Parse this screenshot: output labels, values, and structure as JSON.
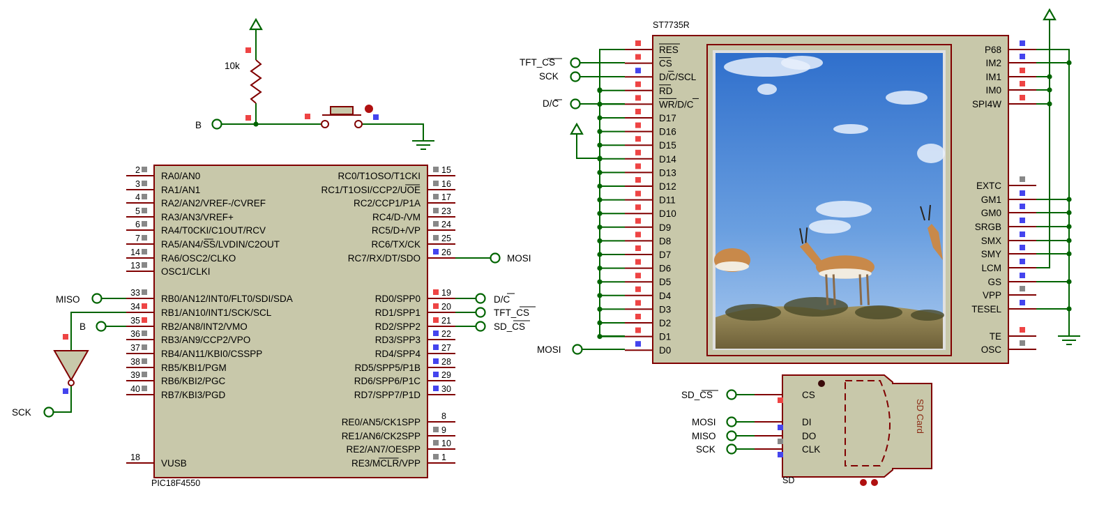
{
  "power_circuit": {
    "resistor_label": "10k",
    "button_terminal": "B"
  },
  "mcu": {
    "name": "PIC18F4550",
    "left_pins": [
      {
        "num": "2",
        "name": "RA0/AN0"
      },
      {
        "num": "3",
        "name": "RA1/AN1"
      },
      {
        "num": "4",
        "name": "RA2/AN2/VREF-/CVREF"
      },
      {
        "num": "5",
        "name": "RA3/AN3/VREF+"
      },
      {
        "num": "6",
        "name": "RA4/T0CKI/C1OUT/RCV"
      },
      {
        "num": "7",
        "name": "RA5/AN4/SS/LVDIN/C2OUT"
      },
      {
        "num": "14",
        "name": "RA6/OSC2/CLKO"
      },
      {
        "num": "13",
        "name": "OSC1/CLKI"
      },
      {
        "num": "33",
        "name": "RB0/AN12/INT0/FLT0/SDI/SDA"
      },
      {
        "num": "34",
        "name": "RB1/AN10/INT1/SCK/SCL"
      },
      {
        "num": "35",
        "name": "RB2/AN8/INT2/VMO"
      },
      {
        "num": "36",
        "name": "RB3/AN9/CCP2/VPO"
      },
      {
        "num": "37",
        "name": "RB4/AN11/KBI0/CSSPP"
      },
      {
        "num": "38",
        "name": "RB5/KBI1/PGM"
      },
      {
        "num": "39",
        "name": "RB6/KBI2/PGC"
      },
      {
        "num": "40",
        "name": "RB7/KBI3/PGD"
      },
      {
        "num": "18",
        "name": "VUSB"
      }
    ],
    "right_pins": [
      {
        "num": "15",
        "name": "RC0/T1OSO/T1CKI"
      },
      {
        "num": "16",
        "name": "RC1/T1OSI/CCP2/UOE"
      },
      {
        "num": "17",
        "name": "RC2/CCP1/P1A"
      },
      {
        "num": "23",
        "name": "RC4/D-/VM"
      },
      {
        "num": "24",
        "name": "RC5/D+/VP"
      },
      {
        "num": "25",
        "name": "RC6/TX/CK"
      },
      {
        "num": "26",
        "name": "RC7/RX/DT/SDO"
      },
      {
        "num": "19",
        "name": "RD0/SPP0"
      },
      {
        "num": "20",
        "name": "RD1/SPP1"
      },
      {
        "num": "21",
        "name": "RD2/SPP2"
      },
      {
        "num": "22",
        "name": "RD3/SPP3"
      },
      {
        "num": "27",
        "name": "RD4/SPP4"
      },
      {
        "num": "28",
        "name": "RD5/SPP5/P1B"
      },
      {
        "num": "29",
        "name": "RD6/SPP6/P1C"
      },
      {
        "num": "30",
        "name": "RD7/SPP7/P1D"
      },
      {
        "num": "8",
        "name": "RE0/AN5/CK1SPP"
      },
      {
        "num": "9",
        "name": "RE1/AN6/CK2SPP"
      },
      {
        "num": "10",
        "name": "RE2/AN7/OESPP"
      },
      {
        "num": "1",
        "name": "RE3/MCLR/VPP"
      }
    ],
    "terminals": {
      "miso": "MISO",
      "b": "B",
      "sck": "SCK",
      "mosi": "MOSI",
      "dc": "D/C",
      "tft_cs": "TFT_CS",
      "sd_cs": "SD_CS"
    }
  },
  "lcd": {
    "name": "ST7735R",
    "left_pins": [
      "RES",
      "CS",
      "D/C/SCL",
      "RD",
      "WR/D/C",
      "D17",
      "D16",
      "D15",
      "D14",
      "D13",
      "D12",
      "D11",
      "D10",
      "D9",
      "D8",
      "D7",
      "D6",
      "D5",
      "D4",
      "D3",
      "D2",
      "D1",
      "D0"
    ],
    "right_pins_top": [
      "P68",
      "IM2",
      "IM1",
      "IM0",
      "SPI4W"
    ],
    "right_pins_bottom": [
      "EXTC",
      "GM1",
      "GM0",
      "SRGB",
      "SMX",
      "SMY",
      "LCM",
      "GS",
      "VPP",
      "TESEL"
    ],
    "right_pins_extra": [
      "TE",
      "OSC"
    ],
    "terminals": {
      "tft_cs": "TFT_CS",
      "sck": "SCK",
      "dc": "D/C",
      "mosi": "MOSI"
    }
  },
  "sd": {
    "name": "SD",
    "card_label": "SD Card",
    "pins": [
      "CS",
      "DI",
      "DO",
      "CLK"
    ],
    "terminals": [
      "SD_CS",
      "MOSI",
      "MISO",
      "SCK"
    ]
  },
  "colors": {
    "chip_fill": "#c8c8aa",
    "chip_border": "#800000",
    "wire": "#006400",
    "pin_red": "#ee4444",
    "pin_blue": "#4444ee",
    "pin_gray": "#888888"
  }
}
